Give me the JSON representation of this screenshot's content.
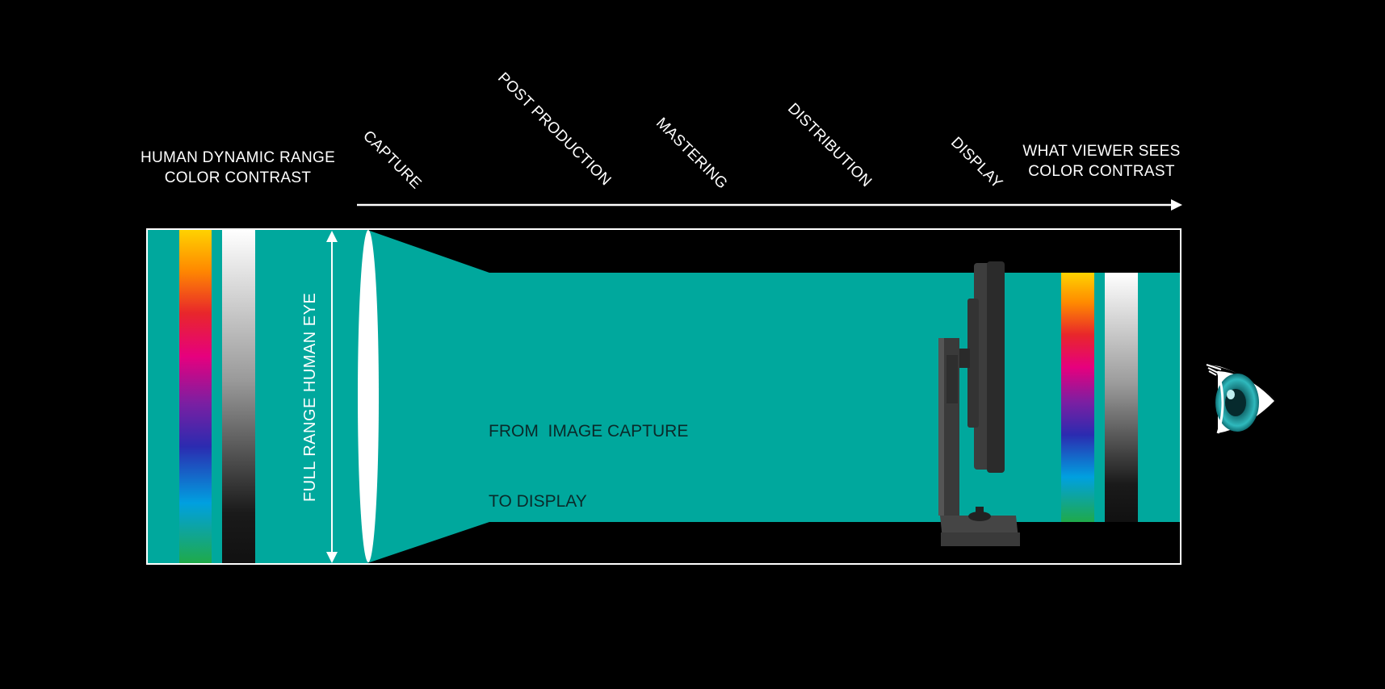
{
  "diagram": {
    "left_title": {
      "line1": "HUMAN DYNAMIC RANGE",
      "line2": "COLOR CONTRAST"
    },
    "right_title": {
      "line1": "WHAT VIEWER SEES",
      "line2": "COLOR CONTRAST"
    },
    "stages": [
      {
        "label": "CAPTURE"
      },
      {
        "label": "POST PRODUCTION"
      },
      {
        "label": "MASTERING"
      },
      {
        "label": "DISTRIBUTION"
      },
      {
        "label": "DISPLAY"
      }
    ],
    "vertical_label": "FULL RANGE HUMAN EYE",
    "center_text": {
      "line1": "FROM  IMAGE CAPTURE",
      "line2": "TO DISPLAY"
    },
    "colors": {
      "background": "#000000",
      "teal": "#00a89d",
      "outline": "#ffffff",
      "monitor": "#3a3a3a"
    }
  }
}
